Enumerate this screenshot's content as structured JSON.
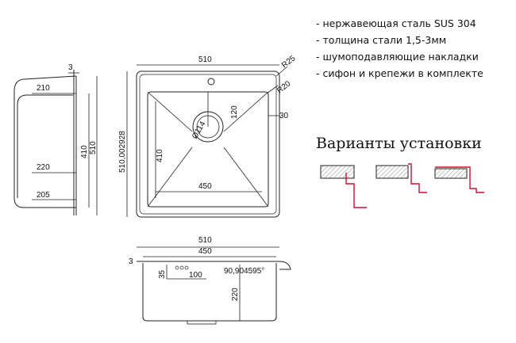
{
  "specs": [
    "- нержавеющая сталь SUS 304",
    "- толщина стали 1,5-3мм",
    "- шумоподавляющие накладки",
    "- сифон и крепежи в комплекте"
  ],
  "install_heading": "Варианты установки",
  "colors": {
    "line": "#222222",
    "accent_red": "#c8102e",
    "hatch": "#888888"
  },
  "side_view": {
    "dim_top": "3",
    "dim_210": "210",
    "dim_220": "220",
    "dim_205": "205",
    "dim_410": "410",
    "dim_510": "510"
  },
  "top_view": {
    "width_outer": "510",
    "height_outer": "510,002928",
    "radius_outer": "R25",
    "radius_inner": "R20",
    "drain_dia": "Ø114",
    "drain_offset": "120",
    "rim": "30",
    "inner_height": "410",
    "inner_width": "450"
  },
  "front_view": {
    "width_outer": "510",
    "width_inner": "450",
    "dim_3": "3",
    "dim_35": "35",
    "dim_100": "100",
    "angle": "90,904595°",
    "depth": "220"
  }
}
